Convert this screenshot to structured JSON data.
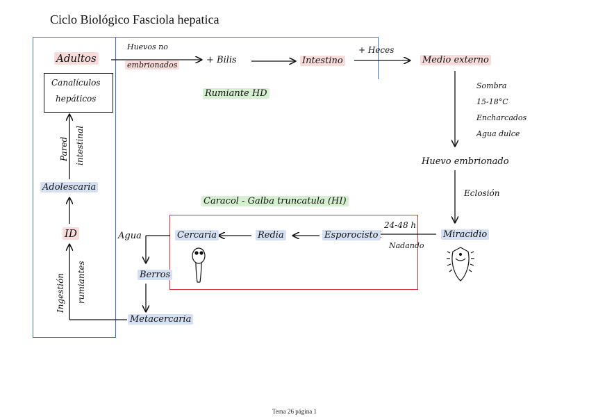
{
  "title": "Ciclo Biológico Fasciola hepatica",
  "footer": "Tema 26 página 1",
  "nodes": {
    "adultos": "Adultos",
    "huevos_no_embrionados_1": "Huevos no",
    "huevos_no_embrionados_2": "embrionados",
    "bilis": "+ Bilis",
    "intestino": "Intestino",
    "heces": "+ Heces",
    "medio_externo": "Medio externo",
    "conditions": [
      "Sombra",
      "15-18°C",
      "Encharcados",
      "Agua dulce"
    ],
    "huevo_embrionado": "Huevo embrionado",
    "eclosion": "Eclosión",
    "miracidio": "Miracidio",
    "tiempo": "24-48 h",
    "nadando": "Nadando",
    "esporocisto": "Esporocisto",
    "redia": "Redia",
    "cercaria": "Cercaria",
    "agua": "Agua",
    "berros": "Berros",
    "metacercaria": "Metacercaria",
    "ingestion_1": "Ingestión",
    "ingestion_2": "rumiantes",
    "id": "ID",
    "adolescaria": "Adolescaria",
    "pared_1": "Pared",
    "pared_2": "intestinal",
    "canaliculos_1": "Canalículos",
    "canaliculos_2": "hepáticos",
    "rumiante_hd": "Rumiante HD",
    "caracol": "Caracol - Galba truncatula (HI)"
  },
  "colors": {
    "blue_box": "#3a6fd0",
    "red_box": "#d93030",
    "highlight_pink": "#f8dcdc",
    "highlight_blue": "#d5e0f3",
    "highlight_green": "#d6efd0"
  }
}
